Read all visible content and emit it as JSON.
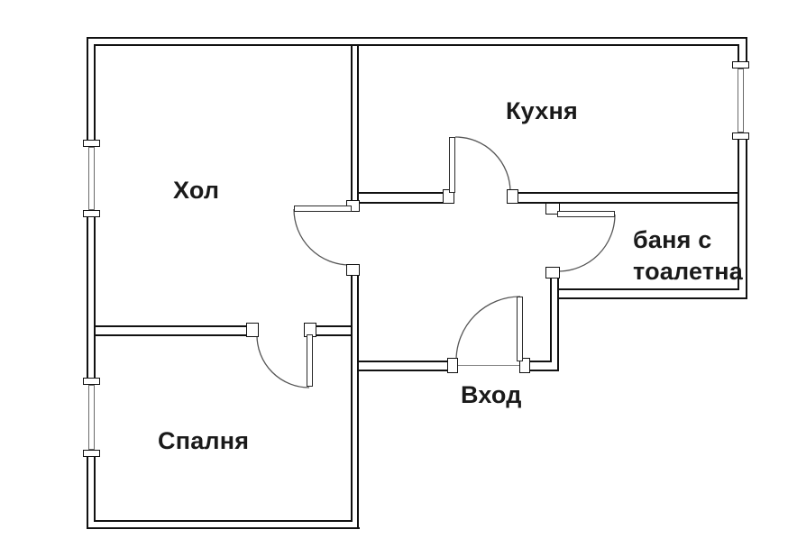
{
  "plan": {
    "title": "apartment-floor-plan",
    "colors": {
      "background": "#ffffff",
      "wall": "#111111",
      "door_arc": "#555555",
      "glazing": "#6b6b6b",
      "label_text": "#1a1a1a"
    },
    "rooms": {
      "hall": {
        "label": "Хол"
      },
      "kitchen": {
        "label": "Кухня"
      },
      "bathroom": {
        "label": "баня с тоалетна"
      },
      "bedroom": {
        "label": "Спалня"
      },
      "entrance": {
        "label": "Вход"
      }
    }
  }
}
